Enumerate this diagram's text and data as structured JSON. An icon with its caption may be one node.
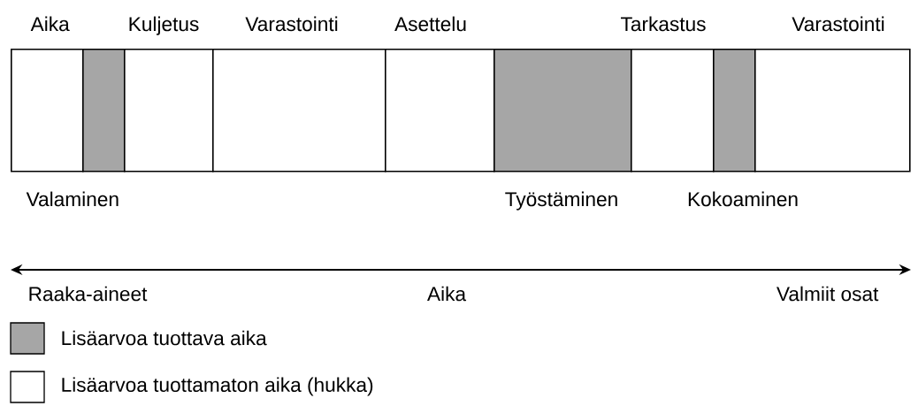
{
  "diagram": {
    "nodes": [
      {
        "text": [
          "Aika"
        ]
      },
      {
        "text": [
          "Valaminen"
        ]
      },
      {
        "text": [
          "Kuljetus"
        ]
      },
      {
        "text": [
          "Varastointi"
        ]
      },
      {
        "text": [
          "Asettelu"
        ]
      },
      {
        "text": [
          "Työstäminen"
        ]
      },
      {
        "text": [
          "Tarkastus"
        ]
      },
      {
        "text": [
          "Kokoaminen"
        ]
      },
      {
        "text": [
          "Varastointi"
        ]
      }
    ],
    "labels": [
      "Raaka-aineet",
      "Aika",
      "Valmiit osat"
    ],
    "legend": [
      {
        "text": "Lisäarvoa tuottava aika",
        "color": "#a6a6a6"
      },
      {
        "text": "Lisäarvoa tuottamaton aika (hukka)"
      }
    ]
  }
}
